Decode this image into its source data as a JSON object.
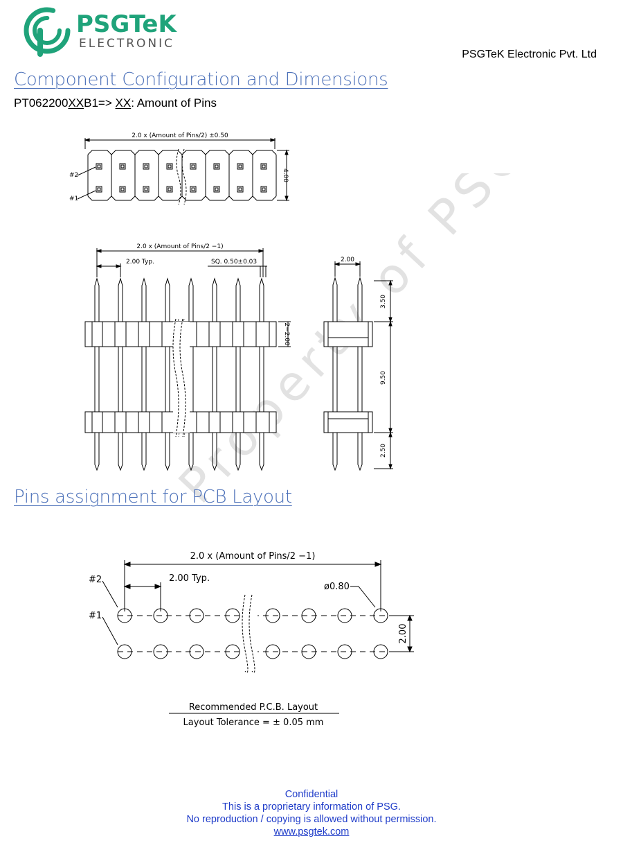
{
  "header": {
    "logo_text": "PSGTeK",
    "logo_subtext": "ELECTRONIC",
    "company_name": "PSGTeK Electronic Pvt. Ltd",
    "logo_color": "#1fa37a"
  },
  "section1": {
    "title": "Component Configuration and Dimensions",
    "part_prefix": "PT062200",
    "part_xx": "XX",
    "part_suffix": "B1=> ",
    "part_xx2": "XX",
    "part_desc": ": Amount of Pins"
  },
  "drawing_top": {
    "width_dim": "2.0 x (Amount of Pins/2) ±0.50",
    "height_dim": "4.00",
    "pin2_label": "#2",
    "pin1_label": "#1"
  },
  "drawing_front": {
    "width_dim": "2.0 x (Amount of Pins/2 −1)",
    "pitch_dim": "2.00 Typ.",
    "square_dim": "SQ. 0.50±0.03",
    "height_dim": "2−2.00"
  },
  "drawing_side": {
    "width_dim": "2.00",
    "top_dim": "3.50",
    "mid_dim": "9.50",
    "bottom_dim": "2.50"
  },
  "section2": {
    "title": "Pins assignment for PCB Layout"
  },
  "drawing_pcb": {
    "width_dim": "2.0 x (Amount of Pins/2 −1)",
    "pitch_dim": "2.00 Typ.",
    "hole_dim": "ø0.80",
    "row_dim": "2.00",
    "pin2_label": "#2",
    "pin1_label": "#1",
    "caption1": "Recommended P.C.B. Layout",
    "caption2": "Layout Tolerance = ± 0.05 mm"
  },
  "watermark": "Property of PSG",
  "footer": {
    "line1": "Confidential",
    "line2": "This is a proprietary information of PSG.",
    "line3": "No reproduction / copying is allowed without permission.",
    "link": "www.psgtek.com",
    "color": "#1f3cc9"
  }
}
